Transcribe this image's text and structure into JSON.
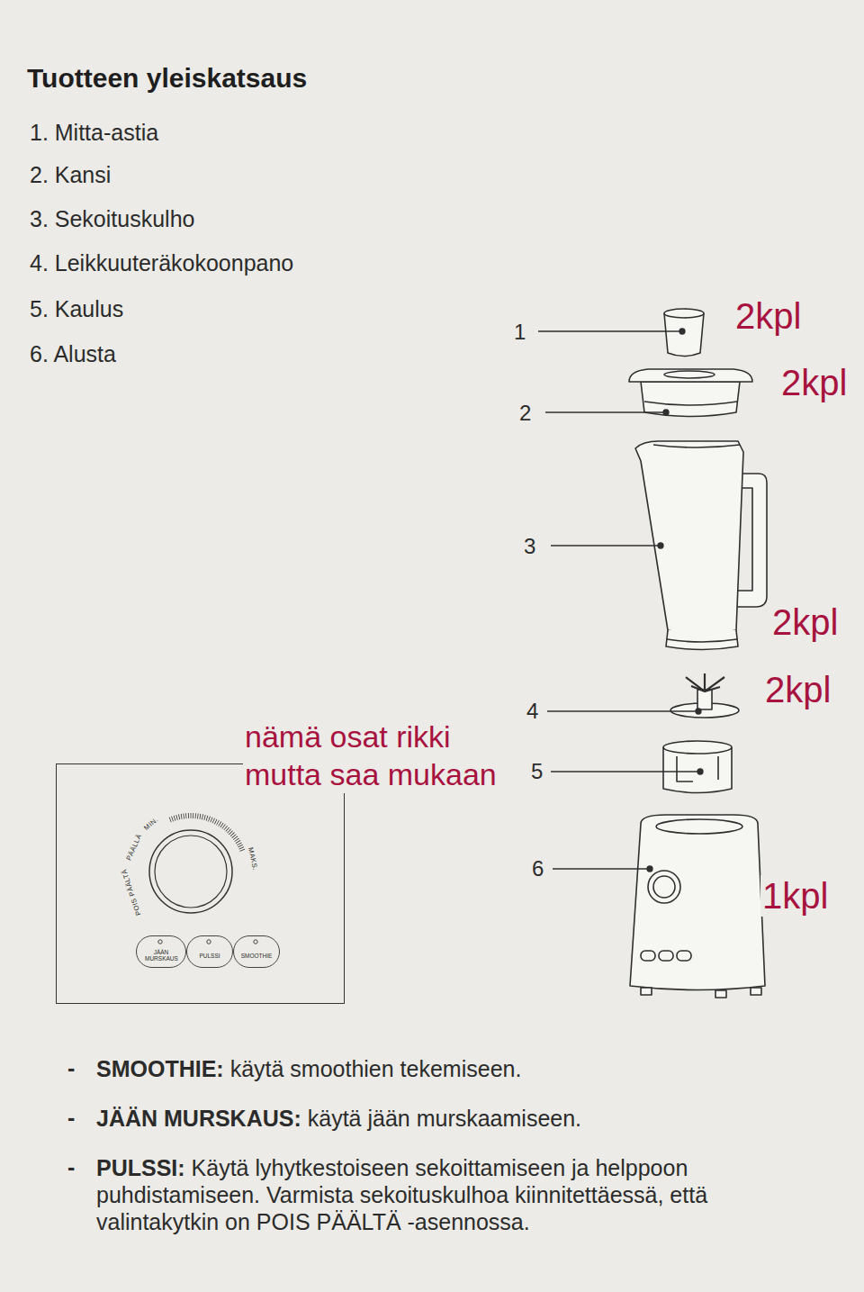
{
  "diagram": {
    "title": "Tuotteen yleiskatsaus",
    "nodes": [
      {
        "text": [
          "POIS PÄÄLTÄ",
          "PÄÄLLÄ",
          "MIN.",
          "MAKS."
        ]
      },
      {
        "text": [
          "JÄÄN MURSKAUS"
        ],
        "in": 0
      },
      {
        "text": [
          "PULSSI"
        ],
        "in": 0
      },
      {
        "text": [
          "SMOOTHIE"
        ],
        "in": 0
      }
    ],
    "labels": [
      "1. Mitta-astia",
      "2. Kansi",
      "3. Sekoituskulho",
      "4. Leikkuuteräkokoonpano",
      "5. Kaulus",
      "6. Alusta",
      "1",
      "2kpl",
      "2",
      "2kpl",
      "3",
      "2kpl",
      "4",
      "2kpl",
      "nämä osat rikki mutta saa mukaan",
      "5",
      "6",
      "1kpl",
      "-",
      "SMOOTHIE:",
      "käytä smoothien tekemiseen.",
      "-",
      "JÄÄN MURSKAUS:",
      "käytä jään murskaamiseen.",
      "-",
      "PULSSI:",
      "Käytä lyhytkestoiseen sekoittamiseen ja helppoon puhdistamiseen. Varmista sekoituskulhoa kiinnitettäessä, että valintakytkin on POIS PÄÄLTÄ -asennossa."
    ]
  }
}
